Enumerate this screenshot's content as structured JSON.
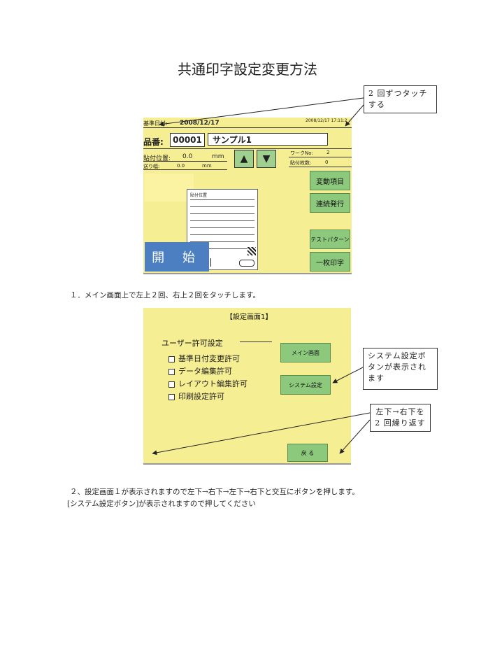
{
  "title": "共通印字設定変更方法",
  "callout1": {
    "line1": "2 回ずつタッチ",
    "line2": "する"
  },
  "screen1": {
    "date_label": "基準日付:",
    "date_value": "2008/12/17",
    "clock": "2008/12/17 17:11:2",
    "hinban_label": "品番:",
    "hinban_value": "00001",
    "product_name": "サンプル1",
    "pos_label": "貼付位置:",
    "pos_value": "0.0",
    "pos_unit": "mm",
    "label2": "送り幅:",
    "label2_value": "0.0",
    "label2_unit": "mm",
    "work_label": "ワークNo:",
    "work_value": "2",
    "count_label": "貼付枚数:",
    "count_value": "0",
    "up_icon": "▲",
    "down_icon": "▼",
    "btn_hendo": "変動項目",
    "btn_renzoku": "連続発行",
    "btn_test": "テストパターン",
    "btn_ichimai": "一枚印字",
    "btn_start": "開 始",
    "label_title": "貼付位置"
  },
  "step1": "１．メイン画面上で左上２回、右上２回をタッチします。",
  "screen2": {
    "title": "【設定画面1】",
    "section": "ユーザー許可設定",
    "checks": [
      "基準日付変更許可",
      "データ編集許可",
      "レイアウト編集許可",
      "印刷設定許可"
    ],
    "btn_main": "メイン画面",
    "btn_system": "システム設定",
    "btn_back": "戻 る"
  },
  "callout2": {
    "line1": "システム設定ボ",
    "line2": "タンが表示され",
    "line3": "ます"
  },
  "callout3": {
    "line1": "左下→右下を",
    "line2": "2 回繰り返す"
  },
  "step2": "２、設定画面１が表示されますので左下→右下→左下→右下と交互にボタンを押します。",
  "step3": "[システム設定ボタン]が表示されますので押してください"
}
